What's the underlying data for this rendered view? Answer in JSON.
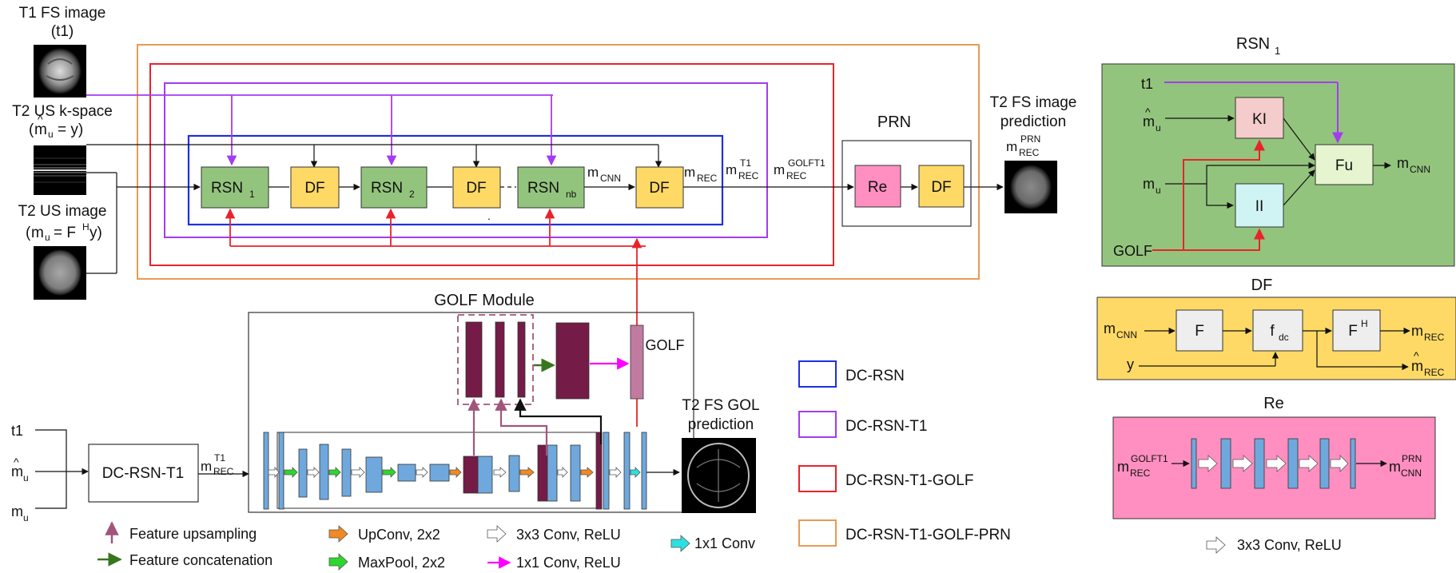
{
  "inputs": {
    "t1_title": "T1 FS image",
    "t1_sub": "(t1)",
    "kspace_title": "T2 US k-space",
    "kspace_eq": "= y)",
    "usimg_title": "T2 US image",
    "usimg_eq": "= F",
    "usimg_eq_end": "y)",
    "m": "m",
    "u": "u",
    "H": "H",
    "hat": "^",
    "open": "("
  },
  "main_pipeline": {
    "rsn_label": "RSN",
    "rsn1_sub": "1",
    "rsn2_sub": "2",
    "rsnnb_sub": "nb",
    "df_label": "DF",
    "m_cnn": "m",
    "cnn_sub": "CNN",
    "rec_sub": "REC",
    "t1_sup": "T1",
    "golft1_sup": "GOLFT1",
    "prn_title": "PRN",
    "re_label": "Re",
    "dots": "- - -",
    "output_title_1": "T2 FS image",
    "output_title_2": "prediction",
    "prn_sup": "PRN"
  },
  "golf_module": {
    "title": "GOLF Module",
    "golf_label": "GOLF",
    "t1": "t1",
    "m": "m",
    "u": "u",
    "hat": "^",
    "block_label": "DC-RSN-T1",
    "out_m": "m",
    "out_sup": "T1",
    "out_sub": "REC",
    "pred_title_1": "T2 FS GOL",
    "pred_title_2": "prediction"
  },
  "legend": {
    "feature_upsampling": "Feature upsampling",
    "feature_concatenation": "Feature concatenation",
    "upconv": "UpConv, 2x2",
    "maxpool": "MaxPool, 2x2",
    "conv3": "3x3 Conv, ReLU",
    "conv1_relu": "1x1 Conv, ReLU",
    "conv1": "1x1 Conv",
    "boxes": [
      {
        "label": "DC-RSN",
        "color": "#1f2fe0"
      },
      {
        "label": "DC-RSN-T1",
        "color": "#a33cf0"
      },
      {
        "label": "DC-RSN-T1-GOLF",
        "color": "#e8232a"
      },
      {
        "label": "DC-RSN-T1-GOLF-PRN",
        "color": "#e89a56"
      }
    ]
  },
  "rsn1_detail": {
    "title": "RSN",
    "title_sub": "1",
    "t1": "t1",
    "m": "m",
    "u": "u",
    "hat": "^",
    "golf": "GOLF",
    "ki": "KI",
    "ii": "II",
    "fu": "Fu",
    "cnn": "CNN"
  },
  "df_detail": {
    "title": "DF",
    "m": "m",
    "cnn": "CNN",
    "rec": "REC",
    "hat": "^",
    "f": "F",
    "f_dc": "f",
    "dc": "dc",
    "fh": "F",
    "H": "H",
    "y": "y"
  },
  "re_detail": {
    "title": "Re",
    "m": "m",
    "rec": "REC",
    "golft1": "GOLFT1",
    "prn": "PRN",
    "cnn": "CNN",
    "legend": "3x3 Conv, ReLU"
  },
  "colors": {
    "dc_rsn": "#1f2fe0",
    "dc_rsn_t1": "#a33cf0",
    "golf": "#e8232a",
    "prn": "#e89a56",
    "rsn_green": "#93c47d",
    "df_yellow": "#ffd966",
    "re_pink": "#ff8fc0",
    "unet_blue": "#6fa8dc",
    "golf_maroon": "#741b47"
  }
}
